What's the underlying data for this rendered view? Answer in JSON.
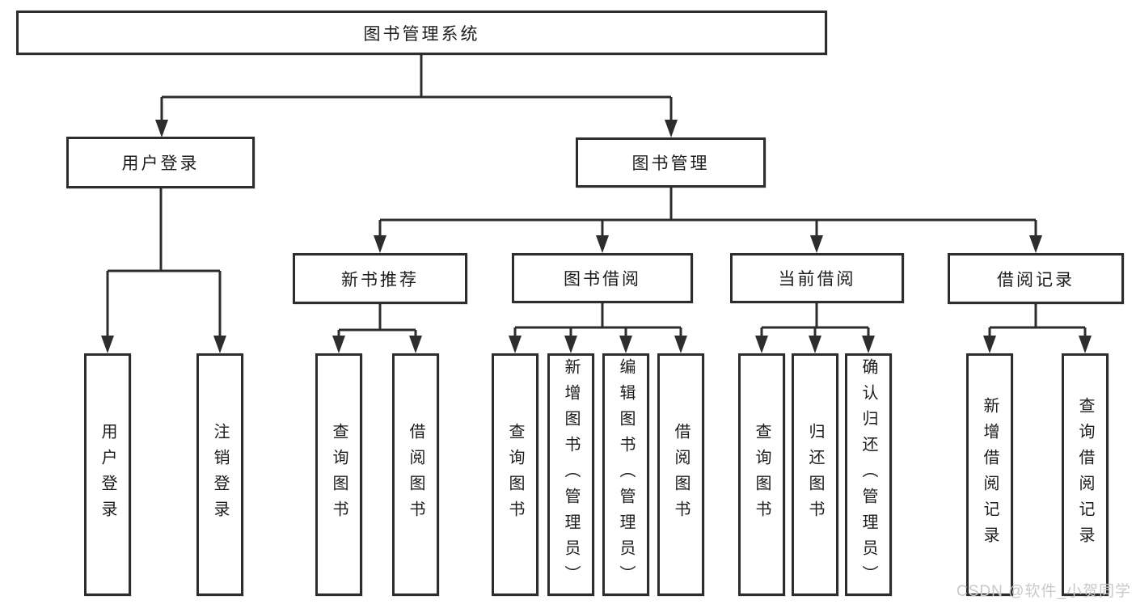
{
  "diagram": {
    "root": "图书管理系统",
    "level2": [
      "用户登录",
      "图书管理"
    ],
    "level3": [
      "新书推荐",
      "图书借阅",
      "当前借阅",
      "借阅记录"
    ],
    "leaves": {
      "user": [
        "用户登录",
        "注销登录"
      ],
      "recommend": [
        "查询图书",
        "借阅图书"
      ],
      "borrow": [
        "查询图书",
        "新增图书（管理员）",
        "编辑图书（管理员）",
        "借阅图书"
      ],
      "current": [
        "查询图书",
        "归还图书",
        "确认归还（管理员）"
      ],
      "records": [
        "新增借阅记录",
        "查询借阅记录"
      ]
    }
  },
  "watermark": "CSDN @软件_小贺同学",
  "colors": {
    "line": "#2d2d2d",
    "text": "#1c1c1c",
    "background": "#ffffff",
    "watermark": "#c9c9c9"
  }
}
